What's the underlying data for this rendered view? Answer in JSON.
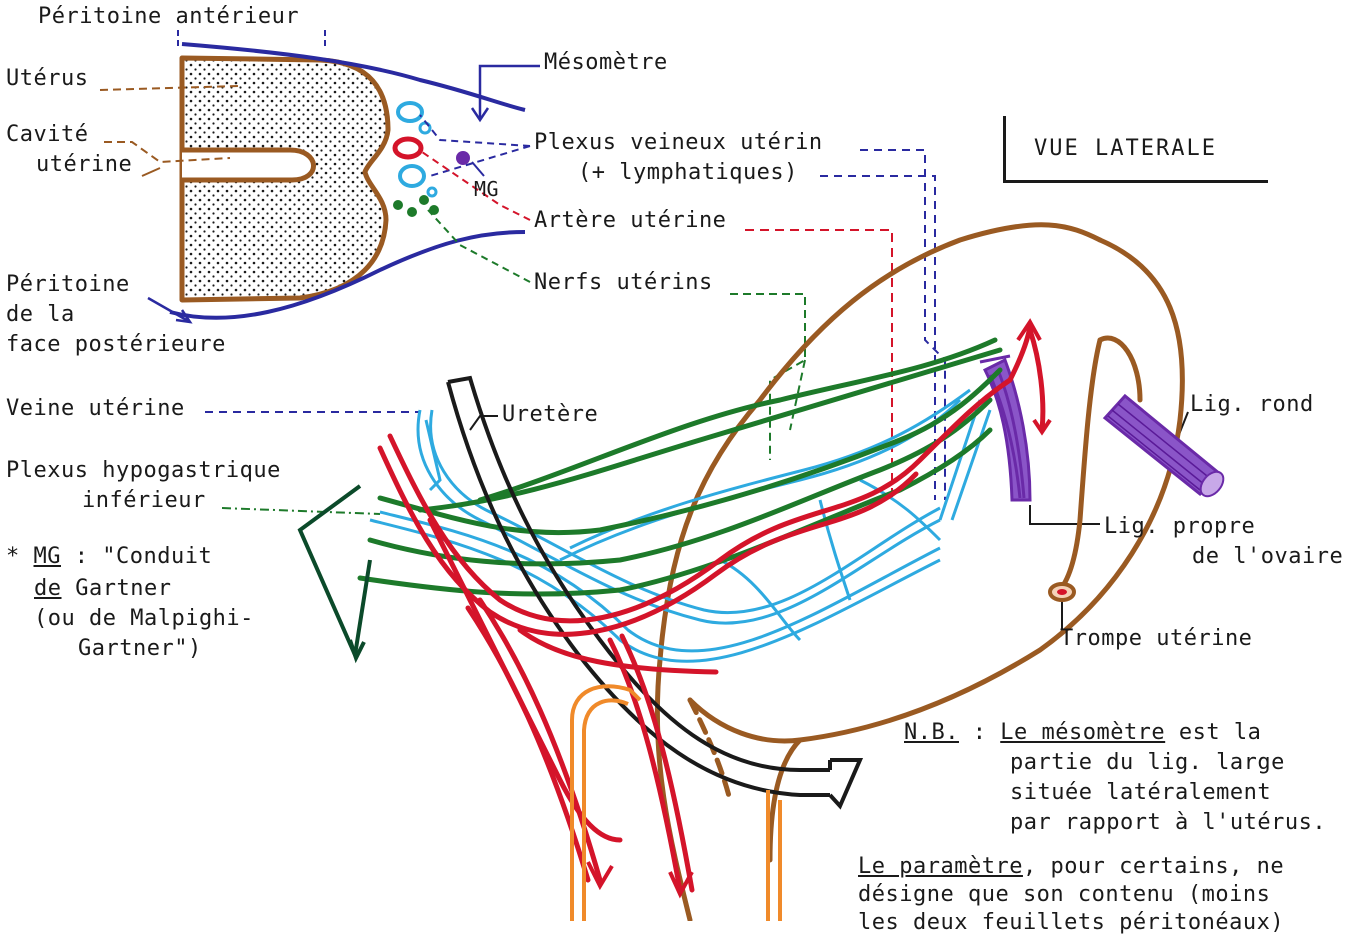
{
  "labels": {
    "peritoine_anterieur": "Péritoine antérieur",
    "uterus": "Utérus",
    "cavite_1": "Cavité",
    "cavite_2": "utérine",
    "mesometre": "Mésomètre",
    "plexus_veineux_1": "Plexus veineux utérin",
    "plexus_veineux_2": "(+ lymphatiques)",
    "mg": "MG",
    "artere_uterine": "Artère utérine",
    "nerfs_uterins": "Nerfs utérins",
    "peritoine_post_1": "Péritoine",
    "peritoine_post_2": "de la",
    "peritoine_post_3": "face postérieure",
    "veine_uterine": "Veine utérine",
    "uretere": "Uretère",
    "plexus_hypo_1": "Plexus hypogastrique",
    "plexus_hypo_2": "inférieur",
    "lig_rond": "Lig. rond",
    "lig_propre_1": "Lig. propre",
    "lig_propre_2": "de l'ovaire",
    "trompe": "Trompe utérine",
    "title": "VUE   LATERALE"
  },
  "footnote": {
    "star": "*",
    "mg": "MG",
    "line1_rest": " : \"Conduit",
    "line2_de": "de",
    "line2_rest": " Gartner",
    "line3": "(ou de Malpighi-",
    "line4": "Gartner\")"
  },
  "nb": {
    "prefix": "N.B.",
    "colon": " : ",
    "term": "Le mésomètre",
    "line1_rest": " est la",
    "line2": "partie du lig. large",
    "line3": "située latéralement",
    "line4": "par rapport à l'utérus.",
    "term2": "Le paramètre",
    "line5_rest": ", pour certains, ne",
    "line6": "désigne que son contenu (moins",
    "line7": "les deux feuillets péritonéaux)"
  },
  "colors": {
    "brown": "#9a5a22",
    "blue": "#2a2aa0",
    "red": "#d4142a",
    "lightblue": "#2eaae0",
    "green": "#1d7a2a",
    "darkgreen": "#0b4a2a",
    "purple": "#6a2aa8",
    "orange": "#f08a2a",
    "black": "#1a1a1a"
  }
}
